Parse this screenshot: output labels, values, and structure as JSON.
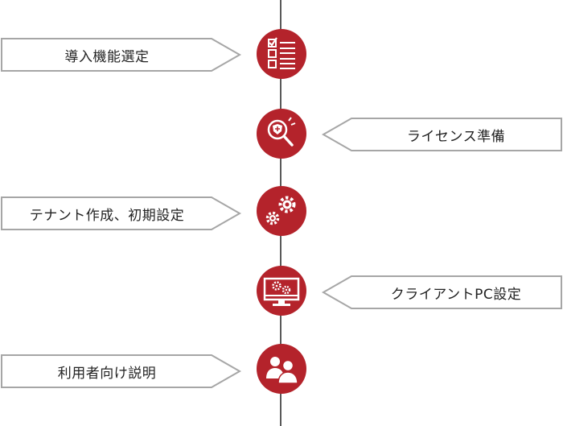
{
  "colors": {
    "accent": "#b4232b",
    "line": "#595959",
    "box_border": "#a6a6a6",
    "icon_fg": "#ffffff"
  },
  "steps": [
    {
      "label": "導入機能選定",
      "icon": "checklist-icon",
      "side": "left"
    },
    {
      "label": "ライセンス準備",
      "icon": "shield-magnifier-icon",
      "side": "right"
    },
    {
      "label": "テナント作成、初期設定",
      "icon": "gears-icon",
      "side": "left"
    },
    {
      "label": "クライアントPC設定",
      "icon": "monitor-gears-icon",
      "side": "right"
    },
    {
      "label": "利用者向け説明",
      "icon": "users-icon",
      "side": "left"
    }
  ]
}
